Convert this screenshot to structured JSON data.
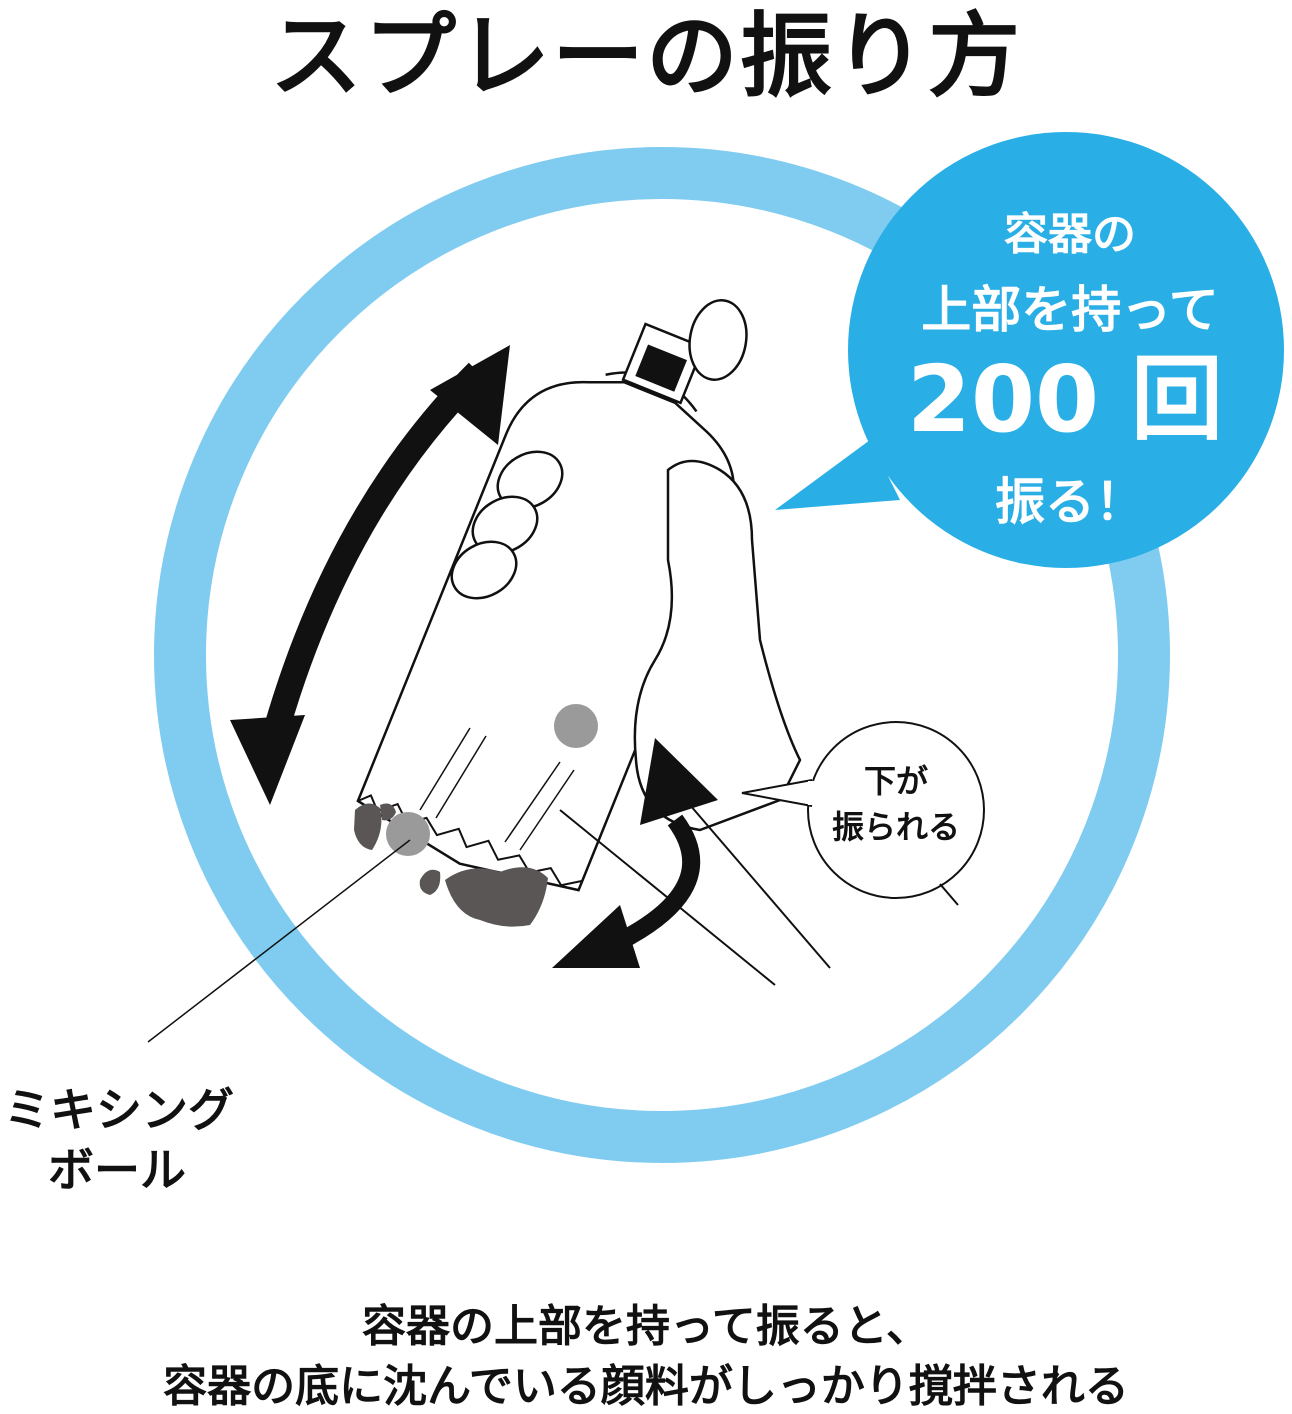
{
  "title": "スプレーの振り方",
  "callout": {
    "line1": "容器の",
    "line2": "上部を持って",
    "line3": "200 回",
    "line4": "振る！"
  },
  "small_callout": {
    "line1": "下が",
    "line2": "振られる"
  },
  "label": {
    "line1": "ミキシング",
    "line2": "ボール"
  },
  "caption": {
    "line1": "容器の上部を持って振ると、",
    "line2": "容器の底に沈んでいる顔料がしっかり撹拌される"
  },
  "colors": {
    "ring": "#80ccf0",
    "callout_bubble": "#29aee6",
    "ink": "#111111",
    "pigment": "#5a5656",
    "ball": "#9a9a9a"
  }
}
